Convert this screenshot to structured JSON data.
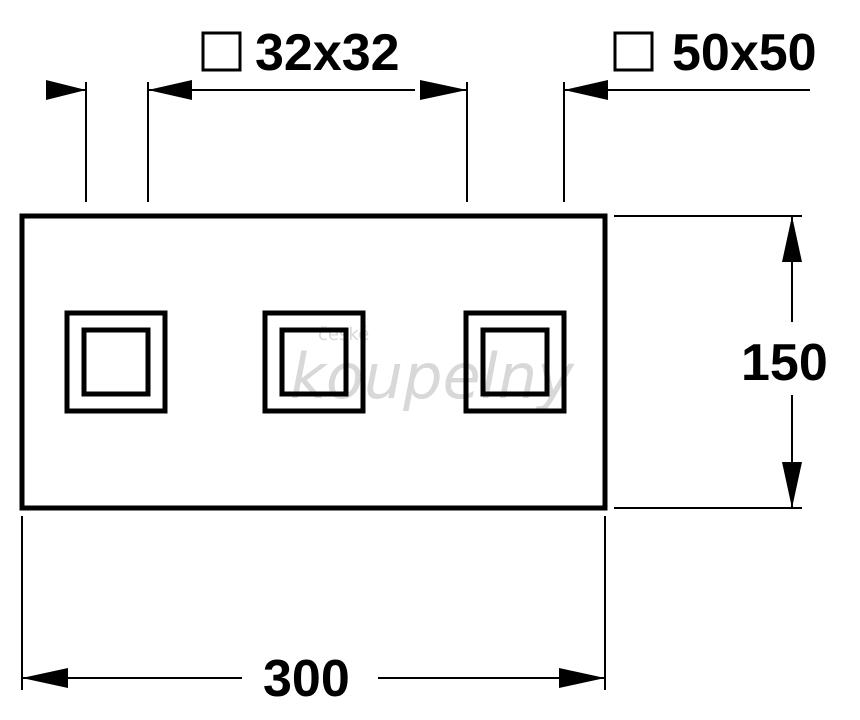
{
  "labels": {
    "small_square": "32x32",
    "large_square": "50x50",
    "height": "150",
    "width": "300"
  },
  "watermark": {
    "line1": "české",
    "line2": "koupelny"
  },
  "colors": {
    "line": "#000000",
    "watermark": "#d8d8d8",
    "background": "#ffffff"
  }
}
